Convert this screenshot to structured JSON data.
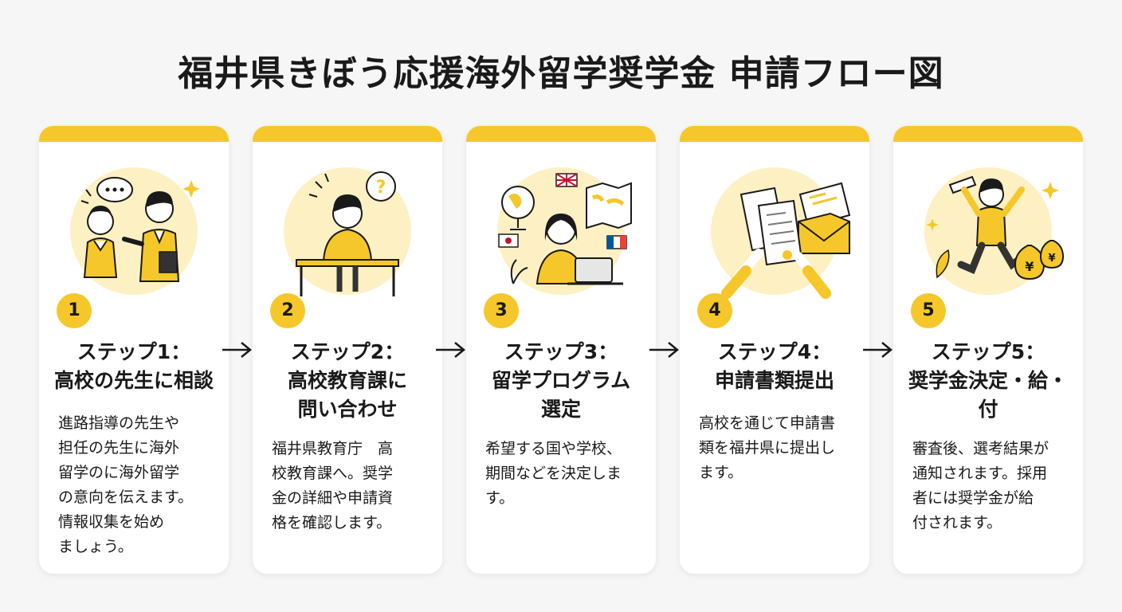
{
  "title": "福井県きぼう応援海外留学奨学金 申請フロー図",
  "colors": {
    "accent": "#f5c72a",
    "card": "#ffffff",
    "background": "#f6f6f6",
    "text": "#1a1a1a"
  },
  "steps": [
    {
      "number": "1",
      "title": "ステップ1：\n高校の先生に相談",
      "description": "進路指導の先生や\n担任の先生に海外\n留学のに海外留学\nの意向を伝えます。\n情報収集を始め\nましょう。",
      "illustration": "student-teacher-consultation-icon"
    },
    {
      "number": "2",
      "title": "ステップ2：\n高校教育課に\n問い合わせ",
      "description": "福井県教育庁　高\n校教育課へ。奨学\n金の詳細や申請資\n格を確認します。",
      "illustration": "thinking-student-at-desk-icon"
    },
    {
      "number": "3",
      "title": "ステップ3：\n留学プログラム\n選定",
      "description": "希望する国や学校、\n期間などを決定しま\nす。",
      "illustration": "student-laptop-globe-map-icon"
    },
    {
      "number": "4",
      "title": "ステップ4：\n申請書類提出",
      "description": "高校を通じて申請書\n類を福井県に提出し\nます。",
      "illustration": "documents-envelope-icon"
    },
    {
      "number": "5",
      "title": "ステップ5：\n奨学金決定・給・\n付",
      "description": "審査後、選考結果が\n通知されます。採用\n者には奨学金が給\n付されます。",
      "illustration": "jumping-student-money-bags-icon"
    }
  ]
}
